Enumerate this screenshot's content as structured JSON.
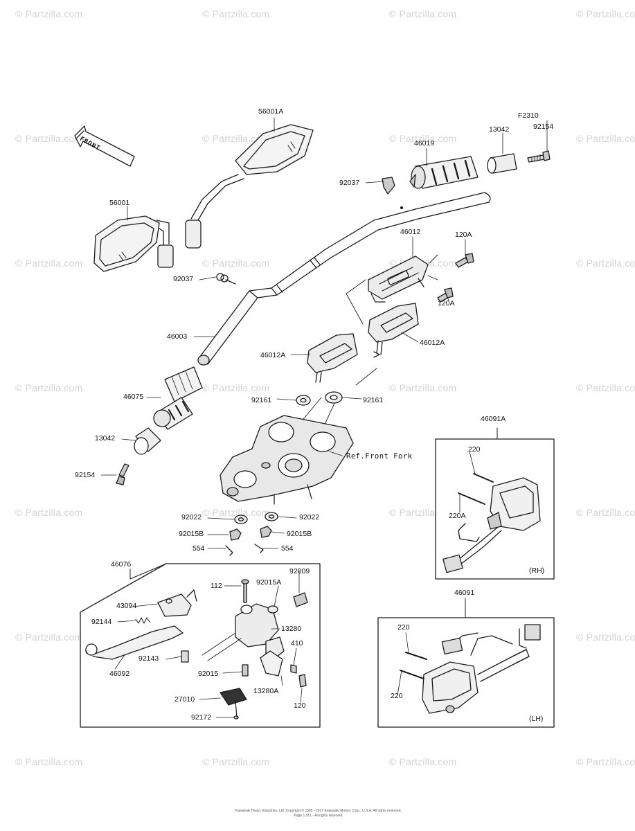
{
  "watermark_text": "© Partzilla.com",
  "front_arrow_label": "FRONT",
  "ref_front_fork": "Ref.Front Fork",
  "box_tag_rh": "(RH)",
  "box_tag_lh": "(LH)",
  "copyright": "Kawasaki Heavy Industries, Ltd. Copyright © 1995 - 2017 Kawasaki Motors Corp., U.S.A. All rights reserved.",
  "copyright_line2": "Page 1 of 1 - All rights reserved.",
  "labels": {
    "l56001A": "56001A",
    "l56001": "56001",
    "lF2310": "F2310",
    "l92154top": "92154",
    "l13042top": "13042",
    "l46019": "46019",
    "l92037top": "92037",
    "l46012": "46012",
    "l120Atop": "120A",
    "l120Abot": "120A",
    "l92037left": "92037",
    "l46003": "46003",
    "l46012Aleft": "46012A",
    "l46012Aright": "46012A",
    "l46075": "46075",
    "l92161left": "92161",
    "l92161right": "92161",
    "l13042left": "13042",
    "l92154left": "92154",
    "l46091A": "46091A",
    "l220rh": "220",
    "l220Arh": "220A",
    "l92022left": "92022",
    "l92022right": "92022",
    "l92015Bleft": "92015B",
    "l92015Bright": "92015B",
    "l554left": "554",
    "l554right": "554",
    "l46076": "46076",
    "l112": "112",
    "l92015A": "92015A",
    "l92009": "92009",
    "l43094": "43094",
    "l92144": "92144",
    "l13280": "13280",
    "l46091": "46091",
    "l220lhtop": "220",
    "l220lhbot": "220",
    "l410": "410",
    "l92143": "92143",
    "l46092": "46092",
    "l92015": "92015",
    "l13280A": "13280A",
    "l120": "120",
    "l27010": "27010",
    "l92172": "92172"
  }
}
